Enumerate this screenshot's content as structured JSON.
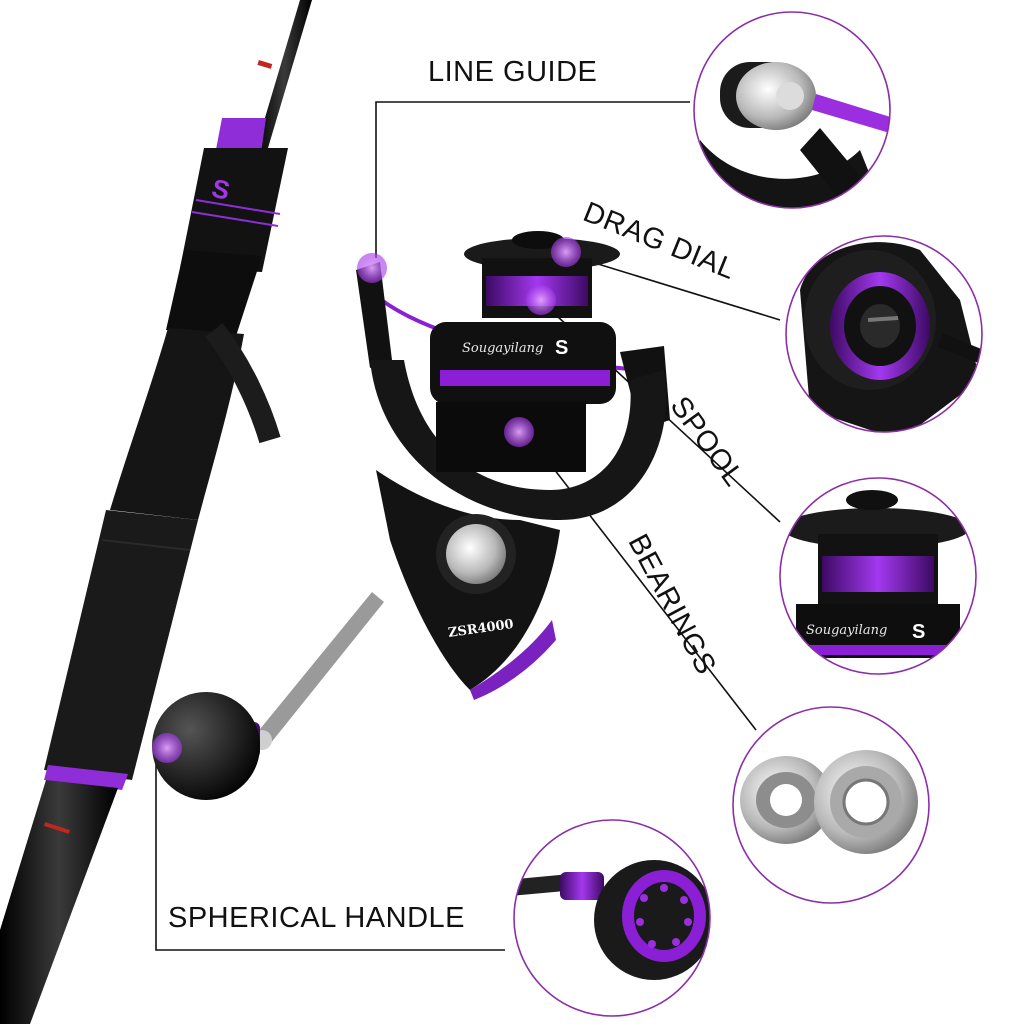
{
  "labels": {
    "line_guide": "LINE GUIDE",
    "drag_dial": "DRAG DIAL",
    "spool": "SPOOL",
    "bearings": "BEARINGS",
    "spherical_handle": "SPHERICAL HANDLE"
  },
  "product": {
    "brand_text": "Sougayilang",
    "model_text": "ZSR4000"
  },
  "colors": {
    "accent_purple": "#8a1fd6",
    "body_black": "#121212",
    "callout_ring": "#8b2fa8"
  }
}
